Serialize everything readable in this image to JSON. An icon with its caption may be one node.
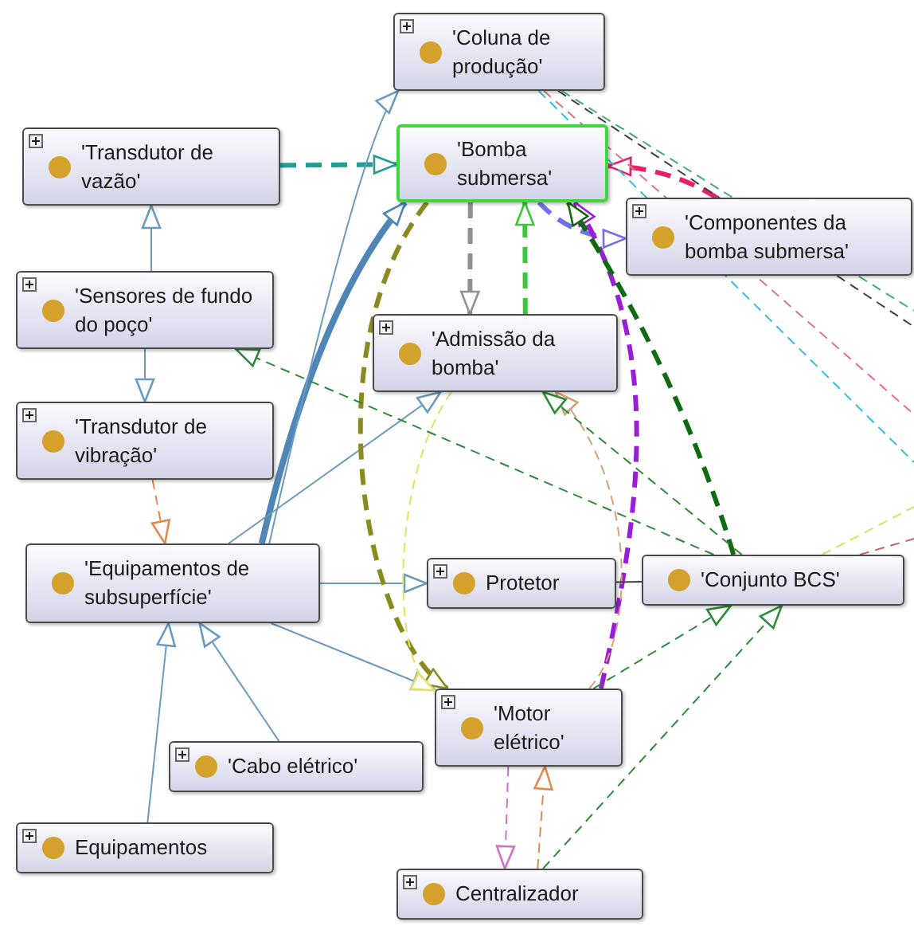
{
  "diagram": {
    "nodes": [
      {
        "text": [
          "'Coluna de produção'"
        ]
      },
      {
        "text": [
          "'Transdutor de vazão'"
        ]
      },
      {
        "text": [
          "'Bomba submersa'"
        ]
      },
      {
        "text": [
          "'Componentes da bomba submersa'"
        ]
      },
      {
        "text": [
          "'Sensores de fundo do poço'"
        ]
      },
      {
        "text": [
          "'Admissão da bomba'"
        ]
      },
      {
        "text": [
          "'Transdutor de vibração'"
        ]
      },
      {
        "text": [
          "'Equipamentos de subsuperfície'"
        ]
      },
      {
        "text": [
          "Protetor"
        ]
      },
      {
        "text": [
          "'Conjunto BCS'"
        ]
      },
      {
        "text": [
          "'Motor elétrico'"
        ]
      },
      {
        "text": [
          "'Cabo elétrico'"
        ]
      },
      {
        "text": [
          "Equipamentos"
        ]
      },
      {
        "text": [
          "Centralizador"
        ]
      }
    ],
    "edges": [
      {
        "from": 1,
        "to": 2,
        "arrow": "to",
        "style": "dashed",
        "color": "#1f9e96"
      },
      {
        "from": 4,
        "to": 1,
        "arrow": "to"
      },
      {
        "from": 4,
        "to": 6,
        "arrow": "to"
      },
      {
        "from": 6,
        "to": 7,
        "arrow": "to",
        "style": "dashed",
        "color": "#e08a50"
      },
      {
        "from": 7,
        "to": 2,
        "arrow": "to",
        "style": "thick",
        "color": "#4f86b8"
      },
      {
        "from": 7,
        "to": 0,
        "arrow": "to"
      },
      {
        "from": 7,
        "to": 5,
        "arrow": "to"
      },
      {
        "from": 7,
        "to": 8,
        "arrow": "to"
      },
      {
        "from": 7,
        "to": 10,
        "arrow": "to"
      },
      {
        "from": 11,
        "to": 7,
        "arrow": "to"
      },
      {
        "from": 12,
        "to": 7,
        "arrow": "to"
      },
      {
        "from": 2,
        "to": 3,
        "arrow": "to",
        "style": "dashed",
        "color": "#6f6fe8"
      },
      {
        "from": 3,
        "to": 2,
        "arrow": "to",
        "style": "dashed",
        "color": "#e8206a"
      },
      {
        "from": 2,
        "to": 5,
        "arrow": "to",
        "style": "dashed",
        "color": "#909090"
      },
      {
        "from": 2,
        "to": 10,
        "arrow": "to",
        "style": "dashed",
        "color": "#8a8a1e"
      },
      {
        "from": 5,
        "to": 2,
        "arrow": "to",
        "style": "dashed",
        "color": "#38c838"
      },
      {
        "from": 10,
        "to": 2,
        "arrow": "to",
        "style": "dashed",
        "color": "#9a1ed6"
      },
      {
        "from": 9,
        "to": 2,
        "arrow": "to",
        "style": "dashed",
        "color": "#106a10"
      },
      {
        "from": 5,
        "to": 10,
        "arrow": "to",
        "style": "dashed",
        "color": "#e6e060"
      },
      {
        "from": 10,
        "to": 5,
        "arrow": "to",
        "style": "dashed",
        "color": "#d8a070"
      },
      {
        "from": 9,
        "to": 4,
        "arrow": "to",
        "style": "dashed",
        "color": "#2e8a3a"
      },
      {
        "from": 9,
        "to": 5,
        "arrow": "to",
        "style": "dashed",
        "color": "#2e8a3a"
      },
      {
        "from": 10,
        "to": 9,
        "arrow": "to",
        "style": "dashed",
        "color": "#2e8a3a"
      },
      {
        "from": 13,
        "to": 9,
        "arrow": "to",
        "style": "dashed",
        "color": "#2e8a3a"
      },
      {
        "from": 10,
        "to": 13,
        "arrow": "to",
        "style": "dashed",
        "color": "#d070d0"
      },
      {
        "from": 13,
        "to": 10,
        "arrow": "to",
        "style": "dashed",
        "color": "#e08a50"
      },
      {
        "from": 8,
        "to": 9,
        "arrow": "none",
        "color": "#404040"
      },
      {
        "from": 0,
        "to": null,
        "arrow": "none",
        "style": "dashed",
        "color": "#404040"
      },
      {
        "from": 0,
        "to": null,
        "arrow": "none",
        "style": "dashed",
        "color": "#40b070"
      },
      {
        "from": 0,
        "to": null,
        "arrow": "none",
        "style": "dashed",
        "color": "#e07090"
      },
      {
        "from": 0,
        "to": null,
        "arrow": "none",
        "style": "dashed",
        "color": "#30c0e0"
      },
      {
        "from": 9,
        "to": null,
        "arrow": "none",
        "style": "dashed",
        "color": "#e0e060"
      },
      {
        "from": 9,
        "to": null,
        "arrow": "none",
        "style": "dashed",
        "color": "#c06060"
      }
    ]
  }
}
